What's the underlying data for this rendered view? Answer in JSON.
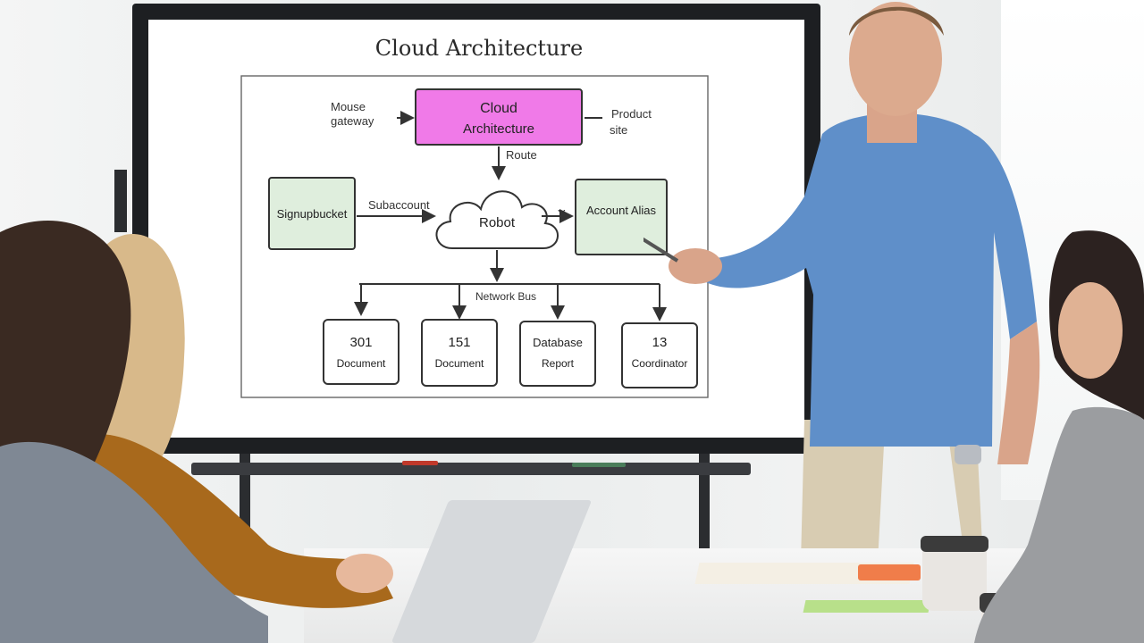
{
  "whiteboard": {
    "title": "Cloud Architecture",
    "top_box": [
      "Cloud",
      "Architecture"
    ],
    "top_left_note": [
      "Mouse",
      "gateway"
    ],
    "top_right_note": [
      "Product",
      "site"
    ],
    "arrow_down_label": "Route",
    "left_box": "Signupbucket",
    "left_arrow_label": "Subaccount",
    "cloud_label": "Robot",
    "right_arrow_label": "Y",
    "right_box": "Account Alias",
    "bus_label": "Network Bus",
    "bottom_boxes": [
      [
        "301",
        "Document"
      ],
      [
        "151",
        "Document"
      ],
      [
        "Database",
        "Report"
      ],
      [
        "13",
        "Coordinator"
      ]
    ]
  },
  "colors": {
    "top_box_fill": "#f07ae8",
    "green_box_fill": "#dfeedd",
    "bezel": "#1d1f22"
  }
}
